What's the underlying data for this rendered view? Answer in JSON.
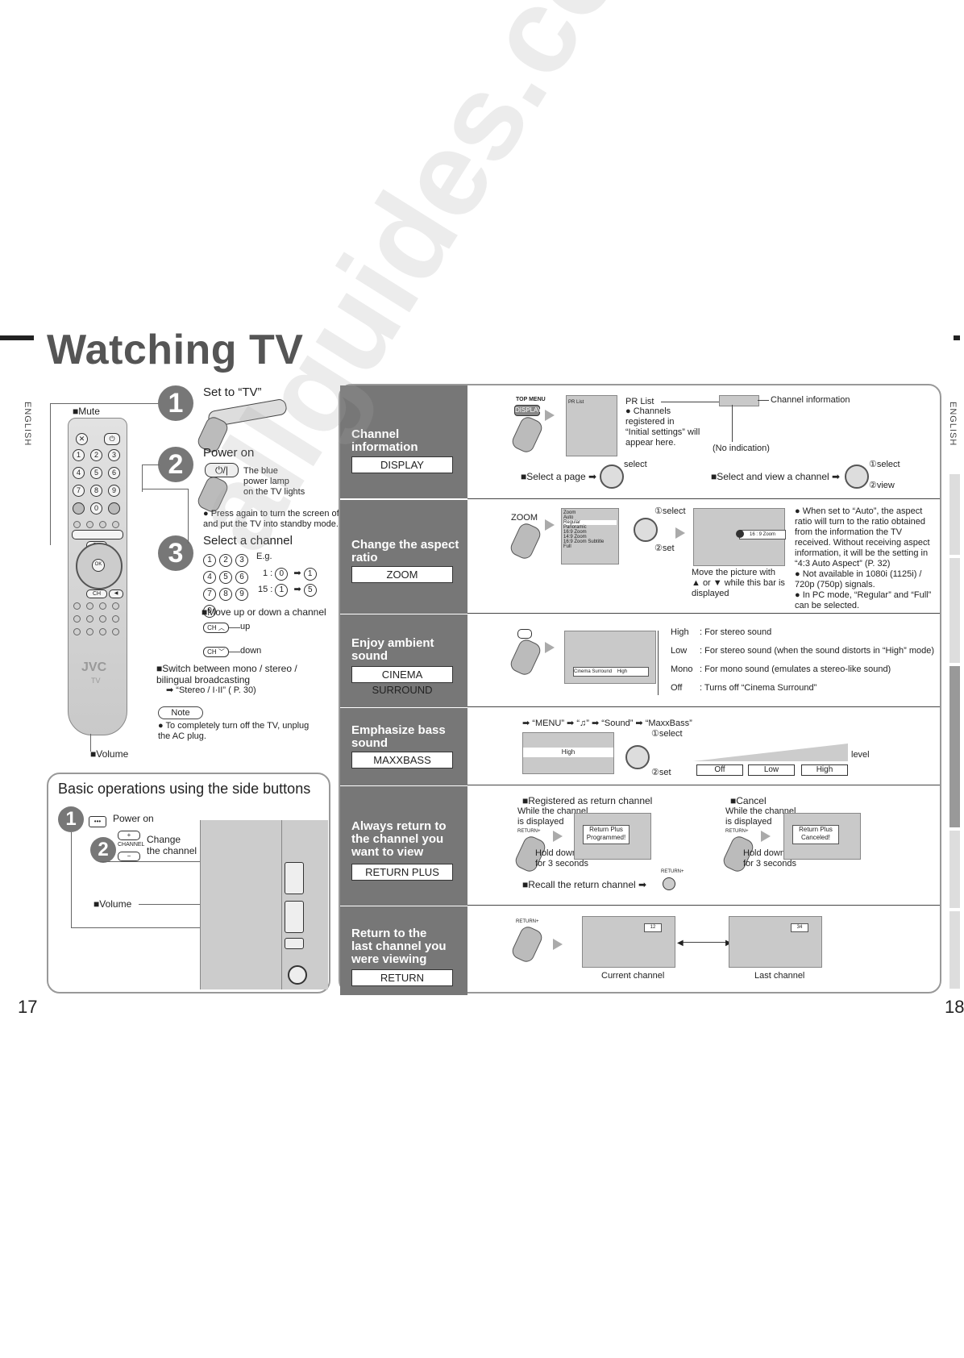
{
  "header": {
    "title": "Watching TV",
    "language_label": "ENGLISH"
  },
  "pages": {
    "left": "17",
    "right": "18"
  },
  "left": {
    "mute_label": "Mute",
    "volume_label": "Volume",
    "remote_brand": "JVC",
    "remote_tv": "TV",
    "step1": {
      "num": "1",
      "text": "Set to “TV”"
    },
    "step2": {
      "num": "2",
      "text": "Power on",
      "power_symbol": "⏻/|",
      "lamp_note": "The blue\npower lamp\non the TV lights",
      "press_again": "Press again to turn the screen off\nand put the TV into standby mode."
    },
    "step3": {
      "num": "3",
      "text": "Select a channel",
      "eg": "E.g.",
      "eg1": "1 :",
      "eg2": "15 :",
      "updown": "Move up or down a channel",
      "up": "up",
      "down": "down",
      "switch": "Switch between mono / stereo /\nbilingual broadcasting",
      "switch_ref": "“Stereo / I·II” ( P. 30)"
    },
    "note_label": "Note",
    "note_text": "To completely turn off the TV, unplug\nthe AC plug."
  },
  "basic": {
    "title": "Basic operations using the side buttons",
    "step1": "1",
    "step1_text": "Power on",
    "step2": "2",
    "step2_text": "Change\nthe channel",
    "channel_small": "CHANNEL",
    "volume_label": "Volume"
  },
  "sections": [
    {
      "title": "Channel\ninformation",
      "button": "DISPLAY"
    },
    {
      "title": "Change the aspect\nratio",
      "button": "ZOOM"
    },
    {
      "title": "Enjoy ambient\nsound",
      "button": "CINEMA SURROUND"
    },
    {
      "title": "Emphasize bass\nsound",
      "button": "MAXXBASS"
    },
    {
      "title": "Always return to\nthe channel you\nwant to view",
      "button": "RETURN PLUS"
    },
    {
      "title": "Return to the\nlast channel you\nwere viewing",
      "button": "RETURN"
    }
  ],
  "channel_info": {
    "top_menu": "TOP MENU",
    "display": "DISPLAY",
    "pr_list_small": "PR List",
    "pr_list": "PR List",
    "pr_desc": "Channels\nregistered in\n“Initial settings” will\nappear here.",
    "channel_information": "Channel information",
    "no_indication": "(No indication)",
    "select_page": "Select a page",
    "select": "select",
    "select_view": "Select and view a channel",
    "c1select": "①select",
    "c2view": "②view"
  },
  "zoom": {
    "label": "ZOOM",
    "menu_title": "Zoom",
    "menu_items": [
      "Auto",
      "Regular",
      "Panoramic",
      "16:9 Zoom",
      "14:9 Zoom",
      "16:9 Zoom Subtitle",
      "Full"
    ],
    "c1select": "①select",
    "c2set": "②set",
    "bar_text": "16 : 9  Zoom",
    "move_note": "Move the picture with\n▲ or ▼ while this bar is\ndisplayed",
    "bullets": [
      "When set to “Auto”, the aspect ratio will turn to the ratio obtained from the information the TV received. Without receiving aspect information, it will be the setting in “4:3 Auto Aspect” (P. 32)",
      "Not available in 1080i (1125i) / 720p (750p) signals.",
      "In PC mode, “Regular” and “Full” can be selected."
    ]
  },
  "surround": {
    "bar_label": "Cinema Surround",
    "bar_value": "High",
    "levels": [
      "High",
      "Low",
      "Mono",
      "Off"
    ],
    "descs": [
      ": For stereo sound",
      ": For stereo sound (when the sound distorts in “High” mode)",
      ": For mono sound (emulates a stereo-like sound)",
      ": Turns off “Cinema Surround”"
    ]
  },
  "maxxbass": {
    "path": "“MENU” ➡ “♫” ➡ “Sound” ➡ “MaxxBass”",
    "bar_value": "High",
    "c1select": "①select",
    "c2set": "②set",
    "level": "level",
    "levels": [
      "Off",
      "Low",
      "High"
    ]
  },
  "return_plus": {
    "registered": "Registered as return channel",
    "cancel": "Cancel",
    "while1": "While the channel\nis displayed",
    "while2": "While the channel\nis displayed",
    "return_small": "RETURN+",
    "hold1": "Hold down\nfor 3 seconds",
    "hold2": "Hold down\nfor 3 seconds",
    "msg1": "Return Plus\nProgrammed!",
    "msg2": "Return Plus\nCanceled!",
    "recall": "Recall the return channel"
  },
  "return": {
    "return_small": "RETURN+",
    "current": "Current channel",
    "last": "Last channel",
    "ch_current": "12",
    "ch_last": "34"
  },
  "watermark": "allguides.com"
}
